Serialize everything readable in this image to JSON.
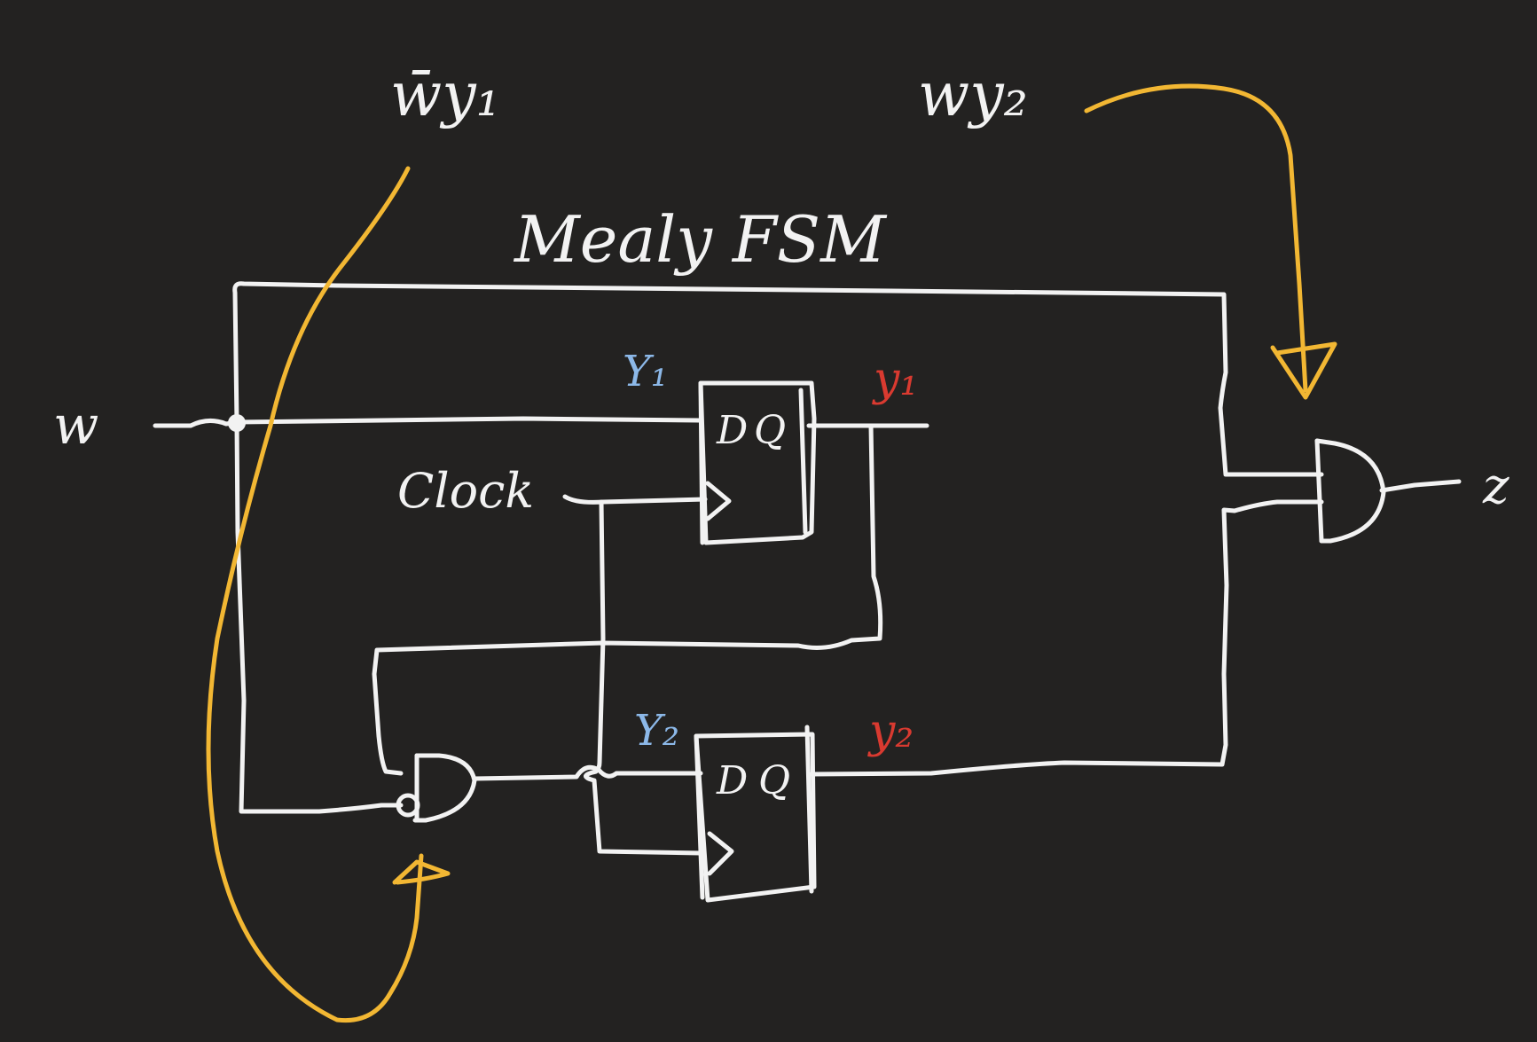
{
  "title": "Mealy FSM",
  "annotations": {
    "left": "w̄y₁",
    "right": "wy₂"
  },
  "signals": {
    "input_w": "w",
    "clock": "Clock",
    "output_z": "z",
    "Y1": "Y₁",
    "y1": "y₁",
    "Y2": "Y₂",
    "y2": "y₂"
  },
  "flipflops": [
    {
      "d": "D",
      "q": "Q"
    },
    {
      "d": "D",
      "q": "Q"
    }
  ],
  "colors": {
    "background": "#232221",
    "wire": "#f2f2f2",
    "annotation": "#f2b733",
    "next_state": "#8cb8e8",
    "present_state": "#d93a30"
  }
}
